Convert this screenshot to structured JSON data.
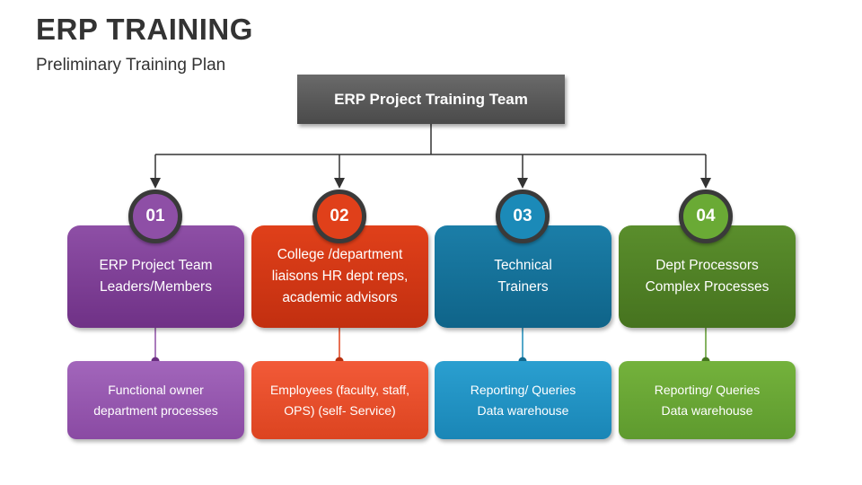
{
  "title": "ERP TRAINING",
  "subtitle": "Preliminary Training Plan",
  "root": {
    "label": "ERP Project Training Team"
  },
  "colors": {
    "purple": "#8e4fa6",
    "red": "#e0401a",
    "blue": "#1b8ab8",
    "green": "#5e9a2e",
    "root": "#555555"
  },
  "columns": [
    {
      "number": "01",
      "heading": "ERP Project Team\nLeaders/Members",
      "detail": "Functional owner\ndepartment processes",
      "color": "purple"
    },
    {
      "number": "02",
      "heading": "College /department\nliaisons HR dept reps,\nacademic advisors",
      "detail": "Employees (faculty, staff,\nOPS) (self- Service)",
      "color": "red"
    },
    {
      "number": "03",
      "heading": "Technical\nTrainers",
      "detail": "Reporting/ Queries\nData warehouse",
      "color": "blue"
    },
    {
      "number": "04",
      "heading": "Dept Processors\nComplex Processes",
      "detail": "Reporting/ Queries\nData warehouse",
      "color": "green"
    }
  ]
}
